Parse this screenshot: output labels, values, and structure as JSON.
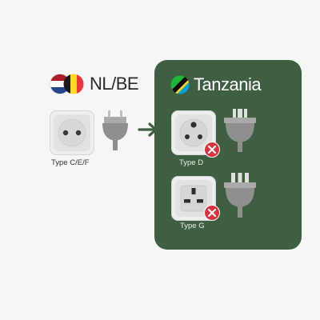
{
  "source": {
    "region_label": "NL/BE",
    "socket_type_label": "Type C/E/F",
    "flags": [
      "netherlands-flag-icon",
      "belgium-flag-icon"
    ]
  },
  "destination": {
    "country_label": "Tanzania",
    "flag": "tanzania-flag-icon",
    "sockets": [
      {
        "type_label": "Type D",
        "compatible": false,
        "status_icon": "incompatible-x-icon"
      },
      {
        "type_label": "Type G",
        "compatible": false,
        "status_icon": "incompatible-x-icon"
      }
    ]
  },
  "colors": {
    "background": "#f6f6f6",
    "panel": "#3e5f42",
    "arrow": "#3e5f42",
    "incompatible": "#d9333f",
    "socket_face": "#e2e2e2",
    "plug_gray": "#9a9a9a"
  }
}
